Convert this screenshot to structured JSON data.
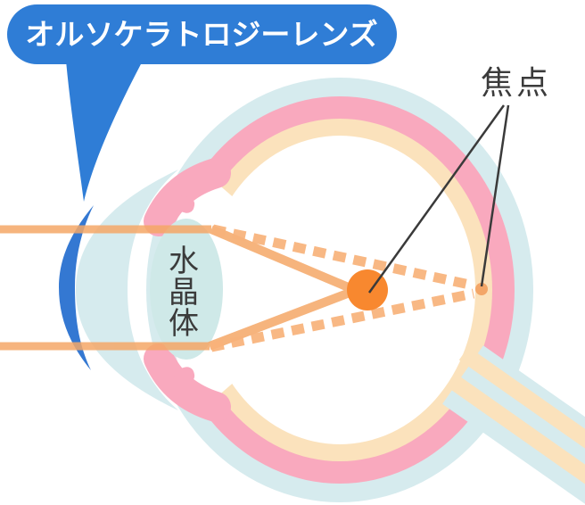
{
  "bubble": {
    "label": "オルソケラトロジーレンズ"
  },
  "labels": {
    "focus": {
      "text": "焦点"
    },
    "lens": {
      "text": "水晶体",
      "chars": [
        "水",
        "晶",
        "体"
      ]
    }
  },
  "colors": {
    "bubble_blue": "#2F7DD6",
    "lens_blue": "#3478D2",
    "sclera": "#D6EBEE",
    "pink": "#F9A9BE",
    "peach": "#FBE2BC",
    "crystalline": "#CFE9E8",
    "ray": "#F5A767",
    "ray_dash": "#F8B27A",
    "focal_dot": "#F8882F",
    "retina_dot": "#F3A668",
    "pointer": "#3A3A3A",
    "text_dark": "#3B3B3B",
    "white": "#FFFFFF"
  }
}
